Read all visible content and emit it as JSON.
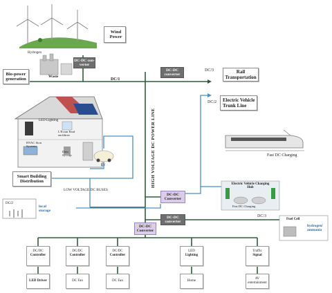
{
  "wind": {
    "label": "Wind Power"
  },
  "hydrogen": {
    "label": "Hydrogen"
  },
  "bio": {
    "label": "Bio-power generation"
  },
  "waste": {
    "label": "Waste"
  },
  "conv_top": {
    "label": "DC-DC con-verter"
  },
  "dc1": {
    "label": "DC/1"
  },
  "conv_rail": {
    "label": "DC-DC converter"
  },
  "dc3_rail": {
    "label": "DC/3"
  },
  "rail": {
    "label": "Rail Transportation"
  },
  "ev_trunk": {
    "label": "Electric Vehicle Trunk Line"
  },
  "dc2_ev": {
    "label": "DC/2"
  },
  "fast_dc": {
    "label": "Fast DC Charging"
  },
  "hv_line": {
    "label": "HIGH VOLTAGE DC POWER LINE"
  },
  "house": {
    "led": "LED Lighting",
    "lecran": "L'Ecran Emd enchîtree",
    "hvac": "HVAC Sion Systems",
    "data": "Data Syccup",
    "ev": "EV"
  },
  "smart": {
    "label": "Smart Building Distribution"
  },
  "lv_buses": {
    "label": "LOW VOLTAGE DC BUSES"
  },
  "storage": {
    "dc": "DC/2",
    "label": "local storage"
  },
  "conv_ev": {
    "label": "DC-DC Converter"
  },
  "hub": {
    "title": "Electric Vehicle Charging Hub",
    "fast": "Fast DC Charging"
  },
  "conv_fc": {
    "label": "DC-DC converter"
  },
  "dc3_fc": {
    "label": "DC/3"
  },
  "fuelcell": {
    "title": "Fuel Cell",
    "label": "hydrogen/ ammonia"
  },
  "conv_main": {
    "label": "DC-DC Converter"
  },
  "controllers": [
    {
      "top": "DC/DC",
      "label": "Controller",
      "device": "LED Driver"
    },
    {
      "top": "DC/DC",
      "label": "Controller",
      "device": "DC Fan"
    },
    {
      "top": "DC/DC",
      "label": "Controller",
      "device": "DC Fan"
    },
    {
      "top": "LED",
      "label": "Lighting",
      "device": "Home"
    },
    {
      "top": "Traffic",
      "label": "Signal",
      "device": "AV entertainment"
    }
  ],
  "colors": {
    "green_line": "#2f5b3a",
    "blue_line": "#4a8fc0",
    "grey_box": "#6e6e6e",
    "purple_box": "#d9cde8"
  }
}
